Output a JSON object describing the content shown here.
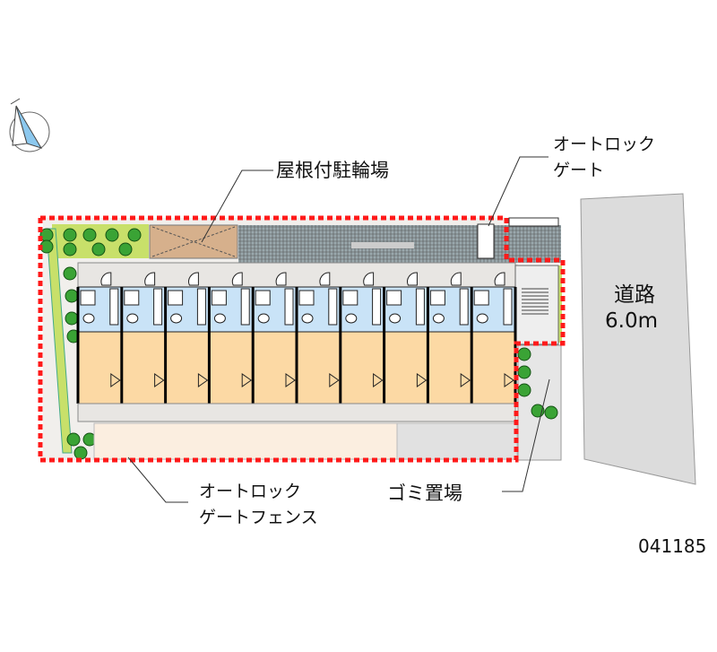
{
  "labels": {
    "bicycle_parking": "屋根付駐輪場",
    "autolock_gate_line1": "オートロック",
    "autolock_gate_line2": "ゲート",
    "road_line1": "道路",
    "road_line2": "6.0m",
    "fence_line1": "オートロック",
    "fence_line2": "ゲートフェンス",
    "garbage": "ゴミ置場",
    "property_code": "041185"
  },
  "compass": {
    "icon": "north-arrow-icon",
    "north_mark": "N"
  },
  "units": {
    "count": 10
  },
  "colors": {
    "boundary": "#ff1a1a",
    "room": "#fcd9a4",
    "wet_area": "#c9e3f7",
    "greenery": "#3aa335",
    "road": "#dcdcdc",
    "bike_roof": "#d6b08c"
  }
}
